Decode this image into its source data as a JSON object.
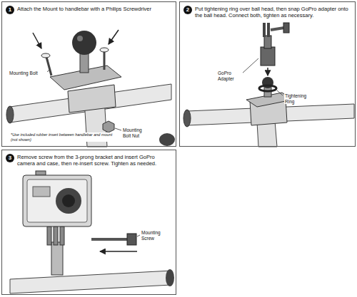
{
  "diagram": {
    "nodes": [
      {
        "text": [
          "1",
          "Attach the Mount to handlebar with a Philips Screwdriver"
        ]
      },
      {
        "text": [
          "2",
          "Put tightening ring over ball head, then snap GoPro adapter onto the ball head. Connect both, tighten as necessary."
        ]
      },
      {
        "text": [
          "3",
          "Remove screw from the 3-prong bracket and insert GoPro camera and case, then re-insert screw. Tighten as needed."
        ]
      }
    ],
    "labels": [
      "Mounting Bolt",
      "Mounting Bolt Nut",
      "*Use included rubber insert between handlebar and mount (not shown)",
      "GoPro Adapter",
      "Tightening Ring",
      "Mounting Screw"
    ]
  }
}
